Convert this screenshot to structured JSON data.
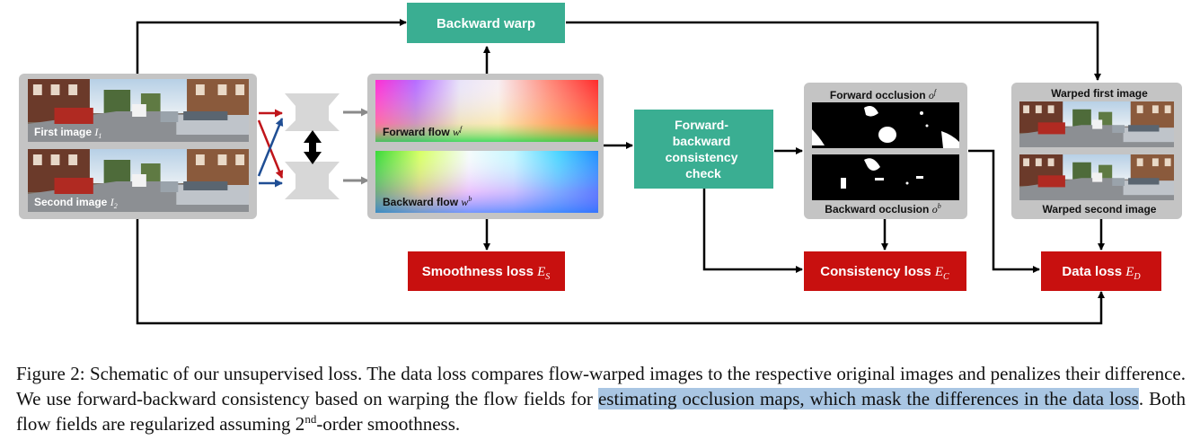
{
  "diagram": {
    "backward_warp": "Backward warp",
    "first_image": "First image",
    "first_image_sym": "I",
    "first_image_sub": "1",
    "second_image": "Second image",
    "second_image_sym": "I",
    "second_image_sub": "2",
    "forward_flow": "Forward flow",
    "forward_flow_sym": "w",
    "forward_flow_sup": "f",
    "backward_flow": "Backward flow",
    "backward_flow_sym": "w",
    "backward_flow_sup": "b",
    "fb_check_line1": "Forward-",
    "fb_check_line2": "backward",
    "fb_check_line3": "consistency",
    "fb_check_line4": "check",
    "forward_occlusion": "Forward occlusion",
    "forward_occlusion_sym": "o",
    "forward_occlusion_sup": "f",
    "backward_occlusion": "Backward occlusion",
    "backward_occlusion_sym": "o",
    "backward_occlusion_sup": "b",
    "warped_first": "Warped first image",
    "warped_second": "Warped second image",
    "smoothness_loss": "Smoothness loss",
    "smoothness_sym": "E",
    "smoothness_sub": "S",
    "consistency_loss": "Consistency loss",
    "consistency_sym": "E",
    "consistency_sub": "C",
    "data_loss": "Data loss",
    "data_sym": "E",
    "data_sub": "D"
  },
  "caption": {
    "part1": "Figure 2: Schematic of our unsupervised loss. The data loss compares flow-warped images to the respective original images and penalizes their difference. We use forward-backward consistency based on warping the flow fields for ",
    "highlighted": "estimating occlusion maps, which mask the differences in the data loss",
    "part2": ". Both flow fields are regularized assuming 2",
    "sup": "nd",
    "part3": "-order smoothness."
  },
  "colors": {
    "teal": "#3aae92",
    "red": "#c8100f",
    "gray_panel": "#c4c4c4",
    "highlight": "#a9c6e3",
    "red_arrow": "#c0151a",
    "blue_arrow": "#1f4e94"
  }
}
